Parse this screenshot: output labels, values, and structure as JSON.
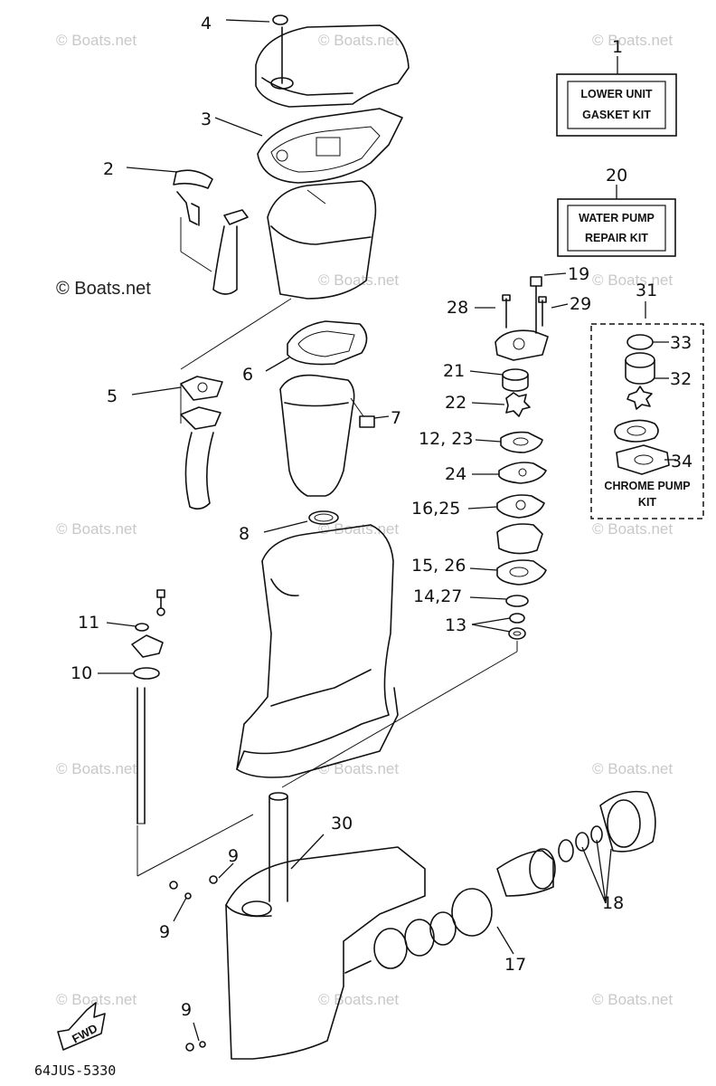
{
  "title_code": "64JUS-5330",
  "watermark": "© Boats.net",
  "watermark_main": "© Boats.net",
  "fwd_label": "FWD",
  "kits": {
    "gasket": {
      "number": "1",
      "line1": "LOWER UNIT",
      "line2": "GASKET KIT"
    },
    "water_pump": {
      "number": "20",
      "line1": "WATER PUMP",
      "line2": "REPAIR KIT"
    },
    "chrome": {
      "number": "31",
      "line1": "CHROME PUMP",
      "line2": "KIT"
    }
  },
  "callouts": {
    "c2": "2",
    "c3": "3",
    "c4": "4",
    "c5": "5",
    "c6": "6",
    "c7": "7",
    "c8": "8",
    "c9a": "9",
    "c9b": "9",
    "c9c": "9",
    "c10": "10",
    "c11": "11",
    "c12_23": "12, 23",
    "c13": "13",
    "c14_27": "14,27",
    "c15_26": "15, 26",
    "c16_25": "16,25",
    "c17": "17",
    "c18": "18",
    "c19": "19",
    "c21": "21",
    "c22": "22",
    "c24": "24",
    "c28": "28",
    "c29": "29",
    "c30": "30",
    "c32": "32",
    "c33": "33",
    "c34": "34"
  }
}
